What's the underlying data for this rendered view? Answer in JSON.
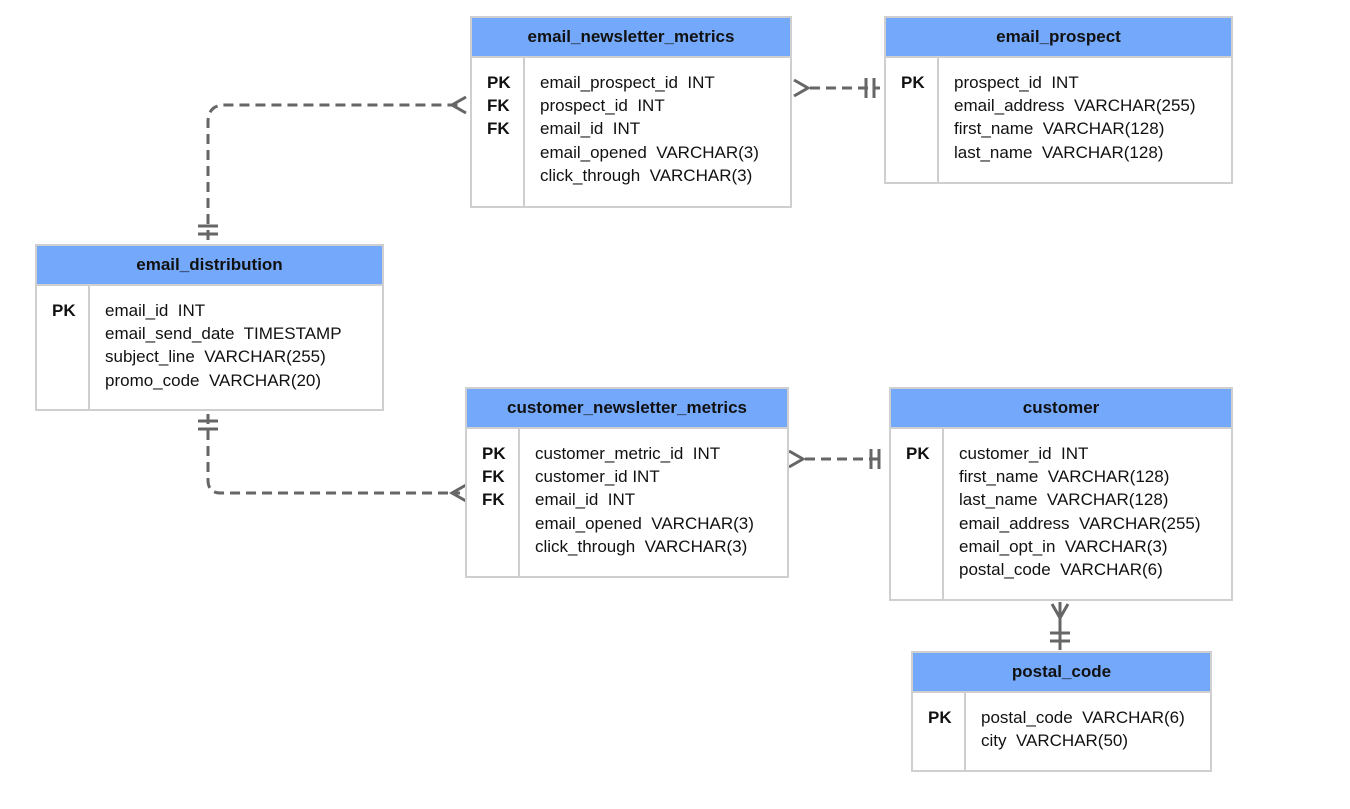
{
  "entities": {
    "email_newsletter_metrics": {
      "title": "email_newsletter_metrics",
      "keys": [
        "PK",
        "FK",
        "FK",
        "",
        ""
      ],
      "columns": [
        "email_prospect_id  INT",
        "prospect_id  INT",
        "email_id  INT",
        "email_opened  VARCHAR(3)",
        "click_through  VARCHAR(3)"
      ]
    },
    "email_prospect": {
      "title": "email_prospect",
      "keys": [
        "PK",
        "",
        "",
        ""
      ],
      "columns": [
        "prospect_id  INT",
        "email_address  VARCHAR(255)",
        "first_name  VARCHAR(128)",
        "last_name  VARCHAR(128)"
      ]
    },
    "email_distribution": {
      "title": "email_distribution",
      "keys": [
        "PK",
        "",
        "",
        ""
      ],
      "columns": [
        "email_id  INT",
        "email_send_date  TIMESTAMP",
        "subject_line  VARCHAR(255)",
        "promo_code  VARCHAR(20)"
      ]
    },
    "customer_newsletter_metrics": {
      "title": "customer_newsletter_metrics",
      "keys": [
        "PK",
        "FK",
        "FK",
        "",
        ""
      ],
      "columns": [
        "customer_metric_id  INT",
        "customer_id INT",
        "email_id  INT",
        "email_opened  VARCHAR(3)",
        "click_through  VARCHAR(3)"
      ]
    },
    "customer": {
      "title": "customer",
      "keys": [
        "PK",
        "",
        "",
        "",
        "",
        ""
      ],
      "columns": [
        "customer_id  INT",
        "first_name  VARCHAR(128)",
        "last_name  VARCHAR(128)",
        "email_address  VARCHAR(255)",
        "email_opt_in  VARCHAR(3)",
        "postal_code  VARCHAR(6)"
      ]
    },
    "postal_code": {
      "title": "postal_code",
      "keys": [
        "PK",
        ""
      ],
      "columns": [
        "postal_code  VARCHAR(6)",
        "city  VARCHAR(50)"
      ]
    }
  },
  "colors": {
    "header": "#74a8fb",
    "border": "#cfcfcf",
    "connector": "#666666"
  }
}
